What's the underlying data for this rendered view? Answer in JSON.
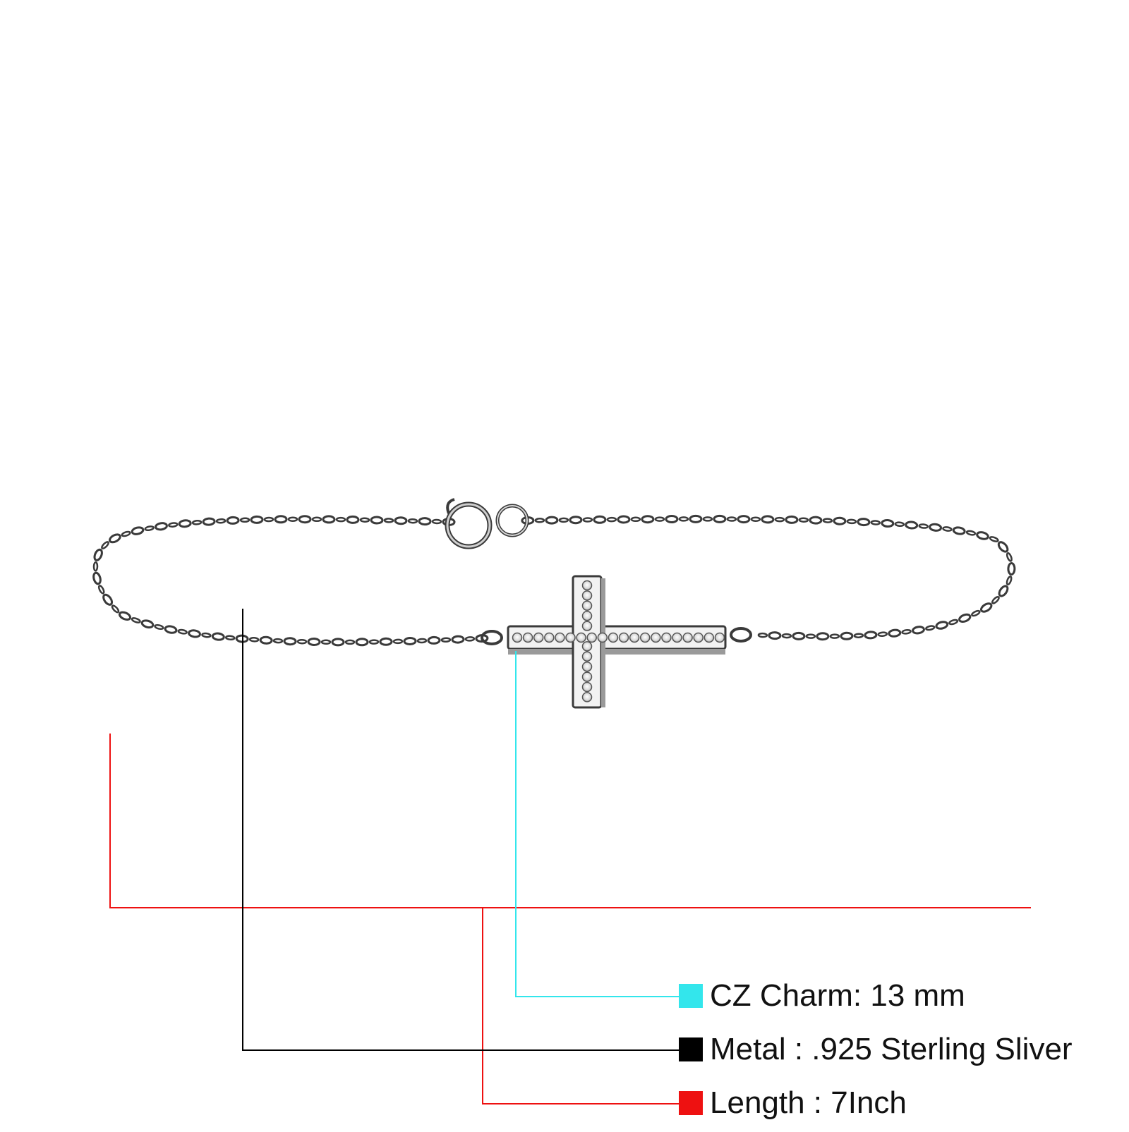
{
  "colors": {
    "charm": "#33e6ec",
    "metal": "#000000",
    "length": "#ee1111",
    "chain": "#3a3a3a",
    "silver": "#e9e9e9"
  },
  "legend": [
    {
      "id": "charm",
      "label": "CZ Charm: 13 mm",
      "color": "#33e6ec"
    },
    {
      "id": "metal",
      "label": "Metal : .925 Sterling Sliver",
      "color": "#000000"
    },
    {
      "id": "length",
      "label": "Length : 7Inch",
      "color": "#ee1111"
    }
  ],
  "product": {
    "image": "bracelet-cross-photo",
    "icon": "cross-charm-icon"
  }
}
